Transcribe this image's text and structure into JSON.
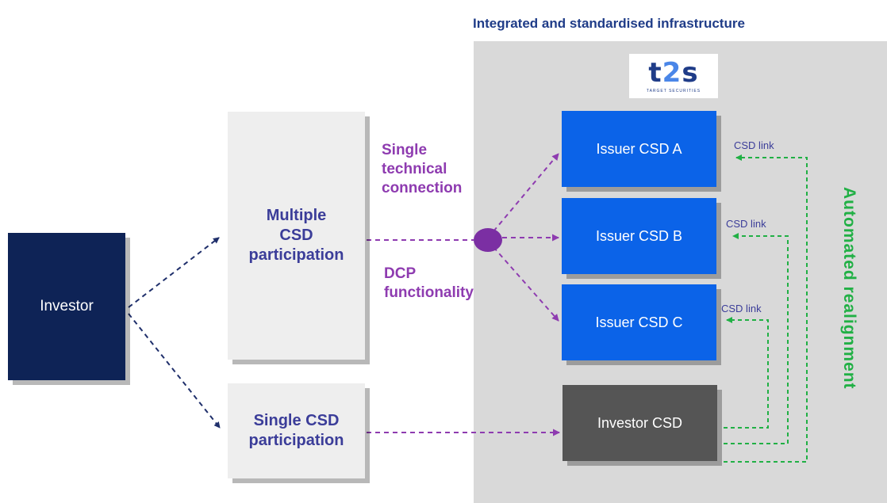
{
  "header": {
    "title": "Integrated and standardised infrastructure"
  },
  "logo": {
    "mark_t": "t",
    "mark_2": "2",
    "mark_s": "s",
    "sub": "TARGET SECURITIES"
  },
  "investor": {
    "label": "Investor"
  },
  "participation": {
    "multiple": [
      "Multiple",
      "CSD",
      "participation"
    ],
    "single": [
      "Single CSD",
      "participation"
    ]
  },
  "labels": {
    "connection": [
      "Single",
      "technical",
      "connection"
    ],
    "dcp": [
      "DCP",
      "functionality"
    ]
  },
  "csds": {
    "issuer_a": "Issuer CSD A",
    "issuer_b": "Issuer CSD B",
    "issuer_c": "Issuer CSD C",
    "investor_csd": "Investor CSD"
  },
  "links": {
    "a": "CSD link",
    "b": "CSD link",
    "c": "CSD link"
  },
  "realignment": "Automated  realignment",
  "colors": {
    "navy": "#0e2356",
    "issuer_blue": "#0b63e8",
    "purple": "#8e3bb0",
    "green": "#21b045",
    "infra_grey": "#d9d9d9"
  }
}
